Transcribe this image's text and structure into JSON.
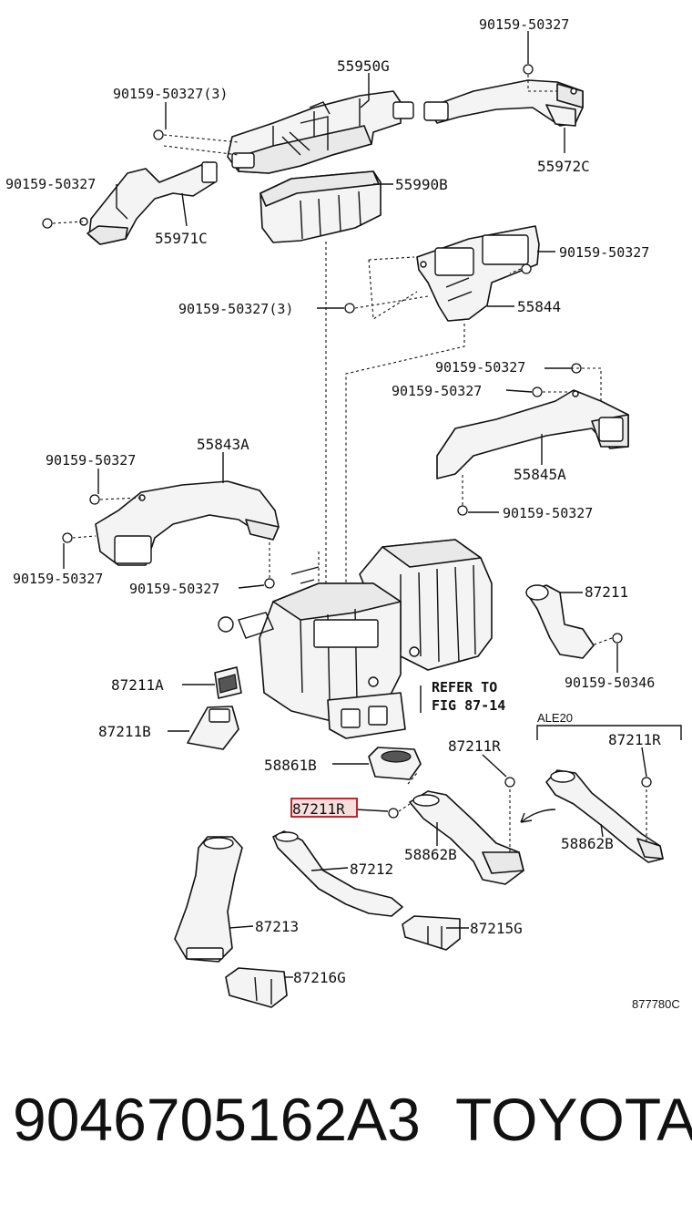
{
  "labels": {
    "l01": "90159-50327",
    "l02": "55950G",
    "l03": "90159-50327(3)",
    "l04": "55972C",
    "l05": "90159-50327",
    "l06": "55990B",
    "l07": "55971C",
    "l08": "90159-50327",
    "l09": "90159-50327(3)",
    "l10": "55844",
    "l11": "90159-50327",
    "l12": "90159-50327",
    "l13": "90159-50327",
    "l14": "55843A",
    "l15": "55845A",
    "l16": "90159-50327",
    "l17": "90159-50327",
    "l18": "90159-50327",
    "l19": "87211",
    "l20": "87211A",
    "l21": "90159-50346",
    "l22": "87211B",
    "l23": "ALE20",
    "l24": "87211R",
    "l25": "87211R",
    "l26": "58861B",
    "l27": "87211R",
    "l28": "58862B",
    "l29": "58862B",
    "l30": "87212",
    "l31": "87213",
    "l32": "87215G",
    "l33": "87216G",
    "l34": "877780C"
  },
  "refer_note": {
    "line1": "REFER TO",
    "line2": "FIG 87-14"
  },
  "highlighted_part": "87211R",
  "footer": {
    "part_number": "9046705162A3",
    "brand": "TOYOTA"
  }
}
